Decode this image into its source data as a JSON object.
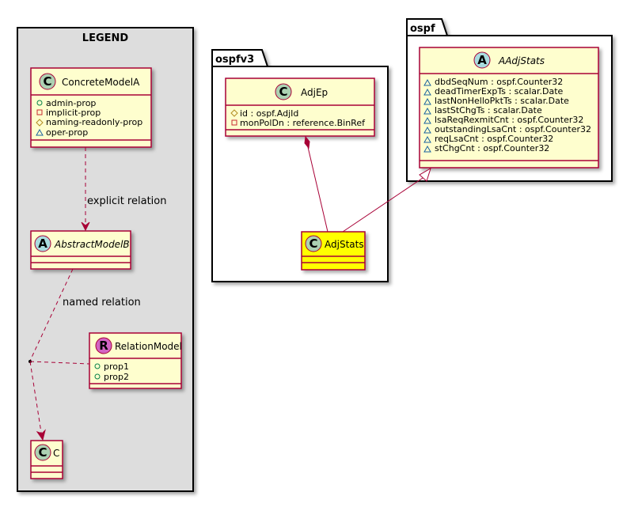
{
  "legend": {
    "title": "LEGEND",
    "concrete": {
      "stereotype": "C",
      "name": "ConcreteModelA",
      "attrs": [
        "admin-prop",
        "implicit-prop",
        "naming-readonly-prop",
        "oper-prop"
      ]
    },
    "abstract": {
      "stereotype": "A",
      "name": "AbstractModelB"
    },
    "relation_model": {
      "stereotype": "R",
      "name": "RelationModel",
      "attrs": [
        "prop1",
        "prop2"
      ]
    },
    "c_class": {
      "stereotype": "C",
      "name": "C"
    },
    "explicit_label": "explicit relation",
    "named_label": "named relation"
  },
  "ospfv3": {
    "title": "ospfv3",
    "adjep": {
      "stereotype": "C",
      "name": "AdjEp",
      "attrs": [
        "id : ospf.AdjId",
        "monPolDn : reference.BinRef"
      ]
    },
    "adjstats": {
      "stereotype": "C",
      "name": "AdjStats"
    }
  },
  "ospf": {
    "title": "ospf",
    "aadjstats": {
      "stereotype": "A",
      "name": "AAdjStats",
      "attrs": [
        "dbdSeqNum : ospf.Counter32",
        "deadTimerExpTs : scalar.Date",
        "lastNonHelloPktTs : scalar.Date",
        "lastStChgTs : scalar.Date",
        "lsaReqRexmitCnt : ospf.Counter32",
        "outstandingLsaCnt : ospf.Counter32",
        "reqLsaCnt : ospf.Counter32",
        "stChgCnt : ospf.Counter32"
      ]
    }
  },
  "colors": {
    "class_fill": "#FEFECE",
    "border": "#A80036",
    "highlight_fill": "#FFFF00",
    "legend_bg": "#DDDDDD",
    "circle_class": "#ADD1B2",
    "circle_abstract": "#A9DCDF",
    "circle_relation": "#D264C3"
  }
}
